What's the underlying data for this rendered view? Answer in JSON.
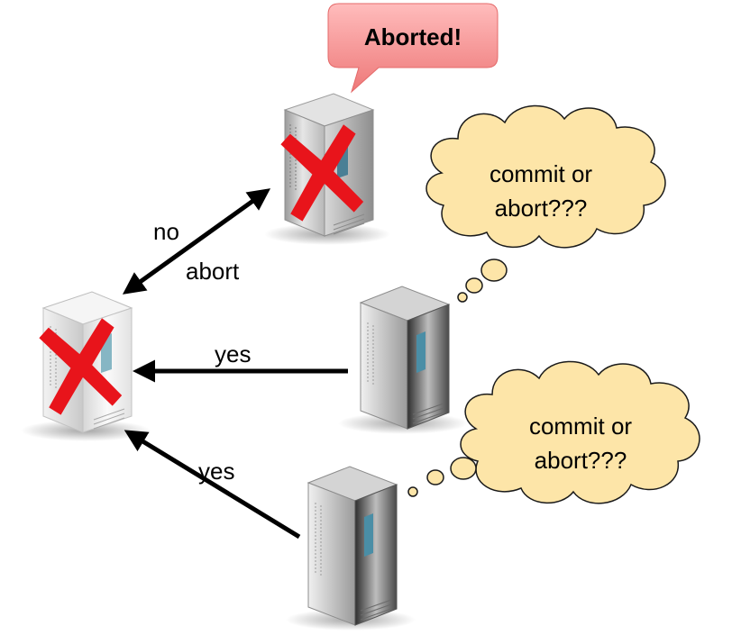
{
  "speech_bubble": {
    "text": "Aborted!",
    "fill_top": "#ffb7b7",
    "fill_bottom": "#ef7b7b"
  },
  "thought_bubbles": [
    {
      "line1": "commit or",
      "line2": "abort???"
    },
    {
      "line1": "commit or",
      "line2": "abort???"
    }
  ],
  "arrow_labels": {
    "no": "no",
    "abort": "abort",
    "yes_top": "yes",
    "yes_bottom": "yes"
  },
  "colors": {
    "thought_fill": "#fde5a8",
    "cross": "#e8141b",
    "arrow": "#000000",
    "server_light": "#f4f4f4",
    "server_dark": "#3c3c3c"
  },
  "icons": {
    "coordinator": "server-white-icon",
    "aborted_participant": "server-gray-icon",
    "participants": [
      "server-dark-icon",
      "server-dark-icon"
    ],
    "failure_mark": "red-x-icon"
  }
}
